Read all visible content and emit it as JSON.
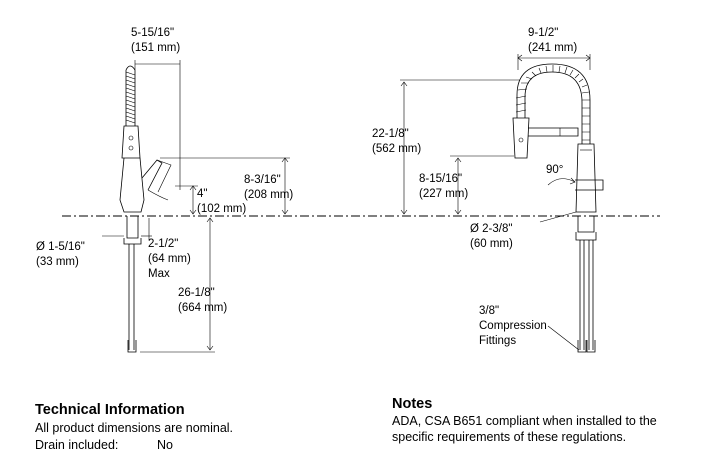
{
  "left_view": {
    "top_width": [
      "5-15/16\"",
      "(151 mm)"
    ],
    "spout_height": [
      "8-3/16\"",
      "(208 mm)"
    ],
    "handle_clearance": [
      "4\"",
      "(102 mm)"
    ],
    "base_diameter": [
      "Ø 1-5/16\"",
      "(33 mm)"
    ],
    "deck_max": [
      "2-1/2\"",
      "(64 mm)",
      "Max"
    ],
    "supply_length": [
      "26-1/8\"",
      "(664 mm)"
    ]
  },
  "right_view": {
    "top_width": [
      "9-1/2\"",
      "(241 mm)"
    ],
    "overall_height": [
      "22-1/8\"",
      "(562 mm)"
    ],
    "spout_height": [
      "8-15/16\"",
      "(227 mm)"
    ],
    "rotation": "90°",
    "base_diameter": [
      "Ø 2-3/8\"",
      "(60 mm)"
    ],
    "fittings": [
      "3/8\"",
      "Compression",
      "Fittings"
    ]
  },
  "technical": {
    "title": "Technical Information",
    "line1": "All product dimensions are nominal.",
    "drain_label": "Drain included:",
    "drain_value": "No"
  },
  "notes": {
    "title": "Notes",
    "text": "ADA, CSA B651 compliant when installed to the specific requirements of these regulations."
  }
}
